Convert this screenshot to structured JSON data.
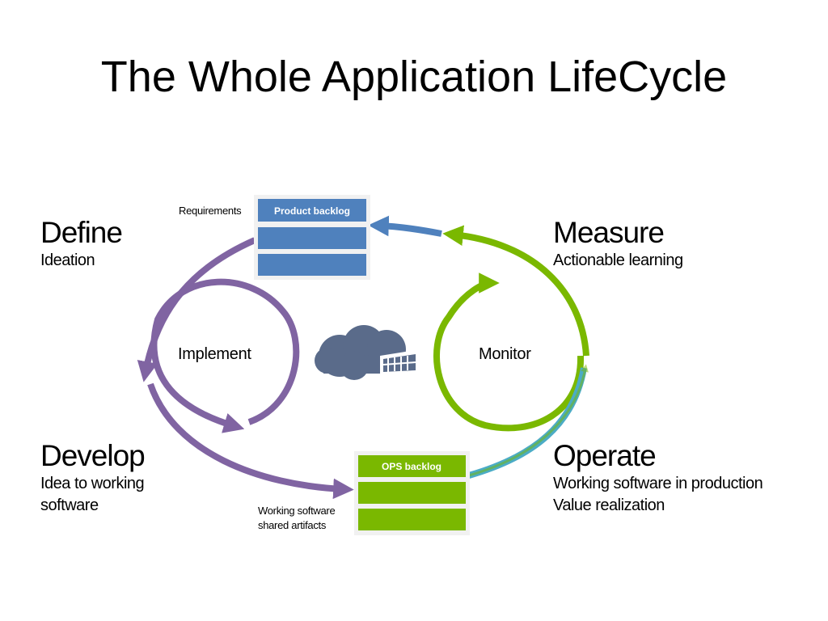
{
  "title": "The Whole Application LifeCycle",
  "phases": {
    "define": {
      "name": "Define",
      "lines": [
        "Ideation"
      ]
    },
    "measure": {
      "name": "Measure",
      "lines": [
        "Actionable learning"
      ]
    },
    "develop": {
      "name": "Develop",
      "lines": [
        "Idea to working",
        "software"
      ]
    },
    "operate": {
      "name": "Operate",
      "lines": [
        "Working software in production",
        "Value realization"
      ]
    }
  },
  "loops": {
    "left": "Implement",
    "right": "Monitor"
  },
  "notes": {
    "requirements": "Requirements",
    "working_software": [
      "Working software",
      "shared artifacts"
    ]
  },
  "backlogs": {
    "product": {
      "label": "Product backlog",
      "color": "#4f81bd"
    },
    "ops": {
      "label": "OPS backlog",
      "color": "#7ab800"
    }
  },
  "colors": {
    "purple": "#8064a2",
    "green": "#7ab800",
    "blue": "#4f81bd",
    "teal": "#4bacc6",
    "cloud": "#5a6b8a"
  },
  "icons": [
    "cloud-datacenter-icon"
  ]
}
